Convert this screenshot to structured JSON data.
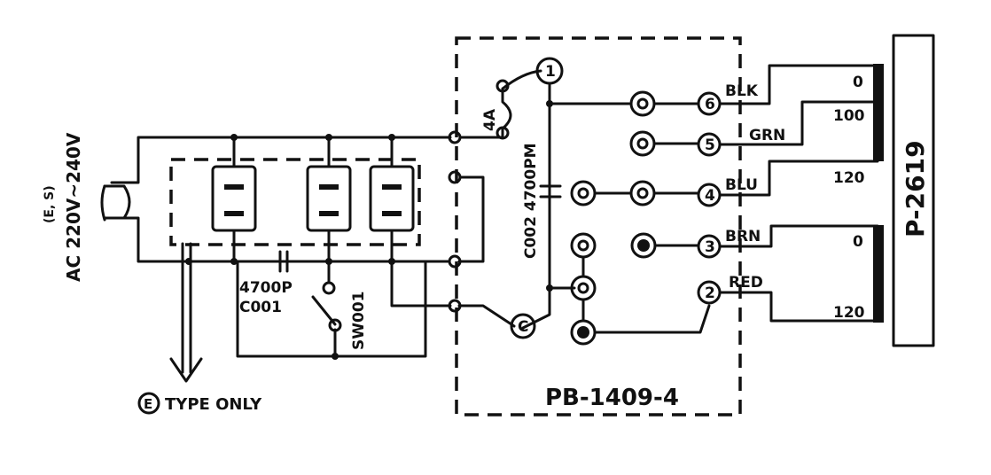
{
  "ac_label": {
    "es": "(E, S)",
    "voltage": "AC  220V~240V"
  },
  "ground_note": {
    "symbol": "E",
    "text": "TYPE ONLY"
  },
  "capacitor_c001": {
    "value": "4700P",
    "ref": "C001"
  },
  "switch": {
    "ref": "SW001"
  },
  "fuse": {
    "rating": "4A"
  },
  "capacitor_c002": {
    "label": "C002  4700PM"
  },
  "board": {
    "name": "PB-1409-4"
  },
  "terminals": {
    "t1": "1",
    "t2": "2",
    "t3": "3",
    "t4": "4",
    "t5": "5",
    "t6": "6",
    "common": "C"
  },
  "wires": {
    "blk": "BLK",
    "grn": "GRN",
    "blu": "BLU",
    "brn": "BRN",
    "red": "RED"
  },
  "transformer": {
    "name": "P-2619",
    "primary_taps": [
      "0",
      "100",
      "120"
    ],
    "secondary_taps": [
      "0",
      "120"
    ]
  }
}
